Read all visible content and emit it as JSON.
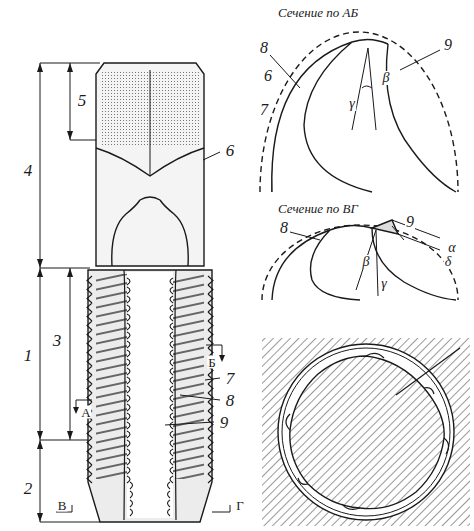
{
  "diagram": {
    "labels": [
      "5",
      "4",
      "6",
      "3",
      "1",
      "А",
      "Б",
      "7",
      "8",
      "9",
      "2",
      "В",
      "Г",
      "Сечение по АБ",
      "8",
      "9",
      "6",
      "β",
      "γ",
      "7",
      "Сечение по ВГ",
      "8",
      "9",
      "α",
      "δ",
      "β",
      "γ"
    ]
  }
}
